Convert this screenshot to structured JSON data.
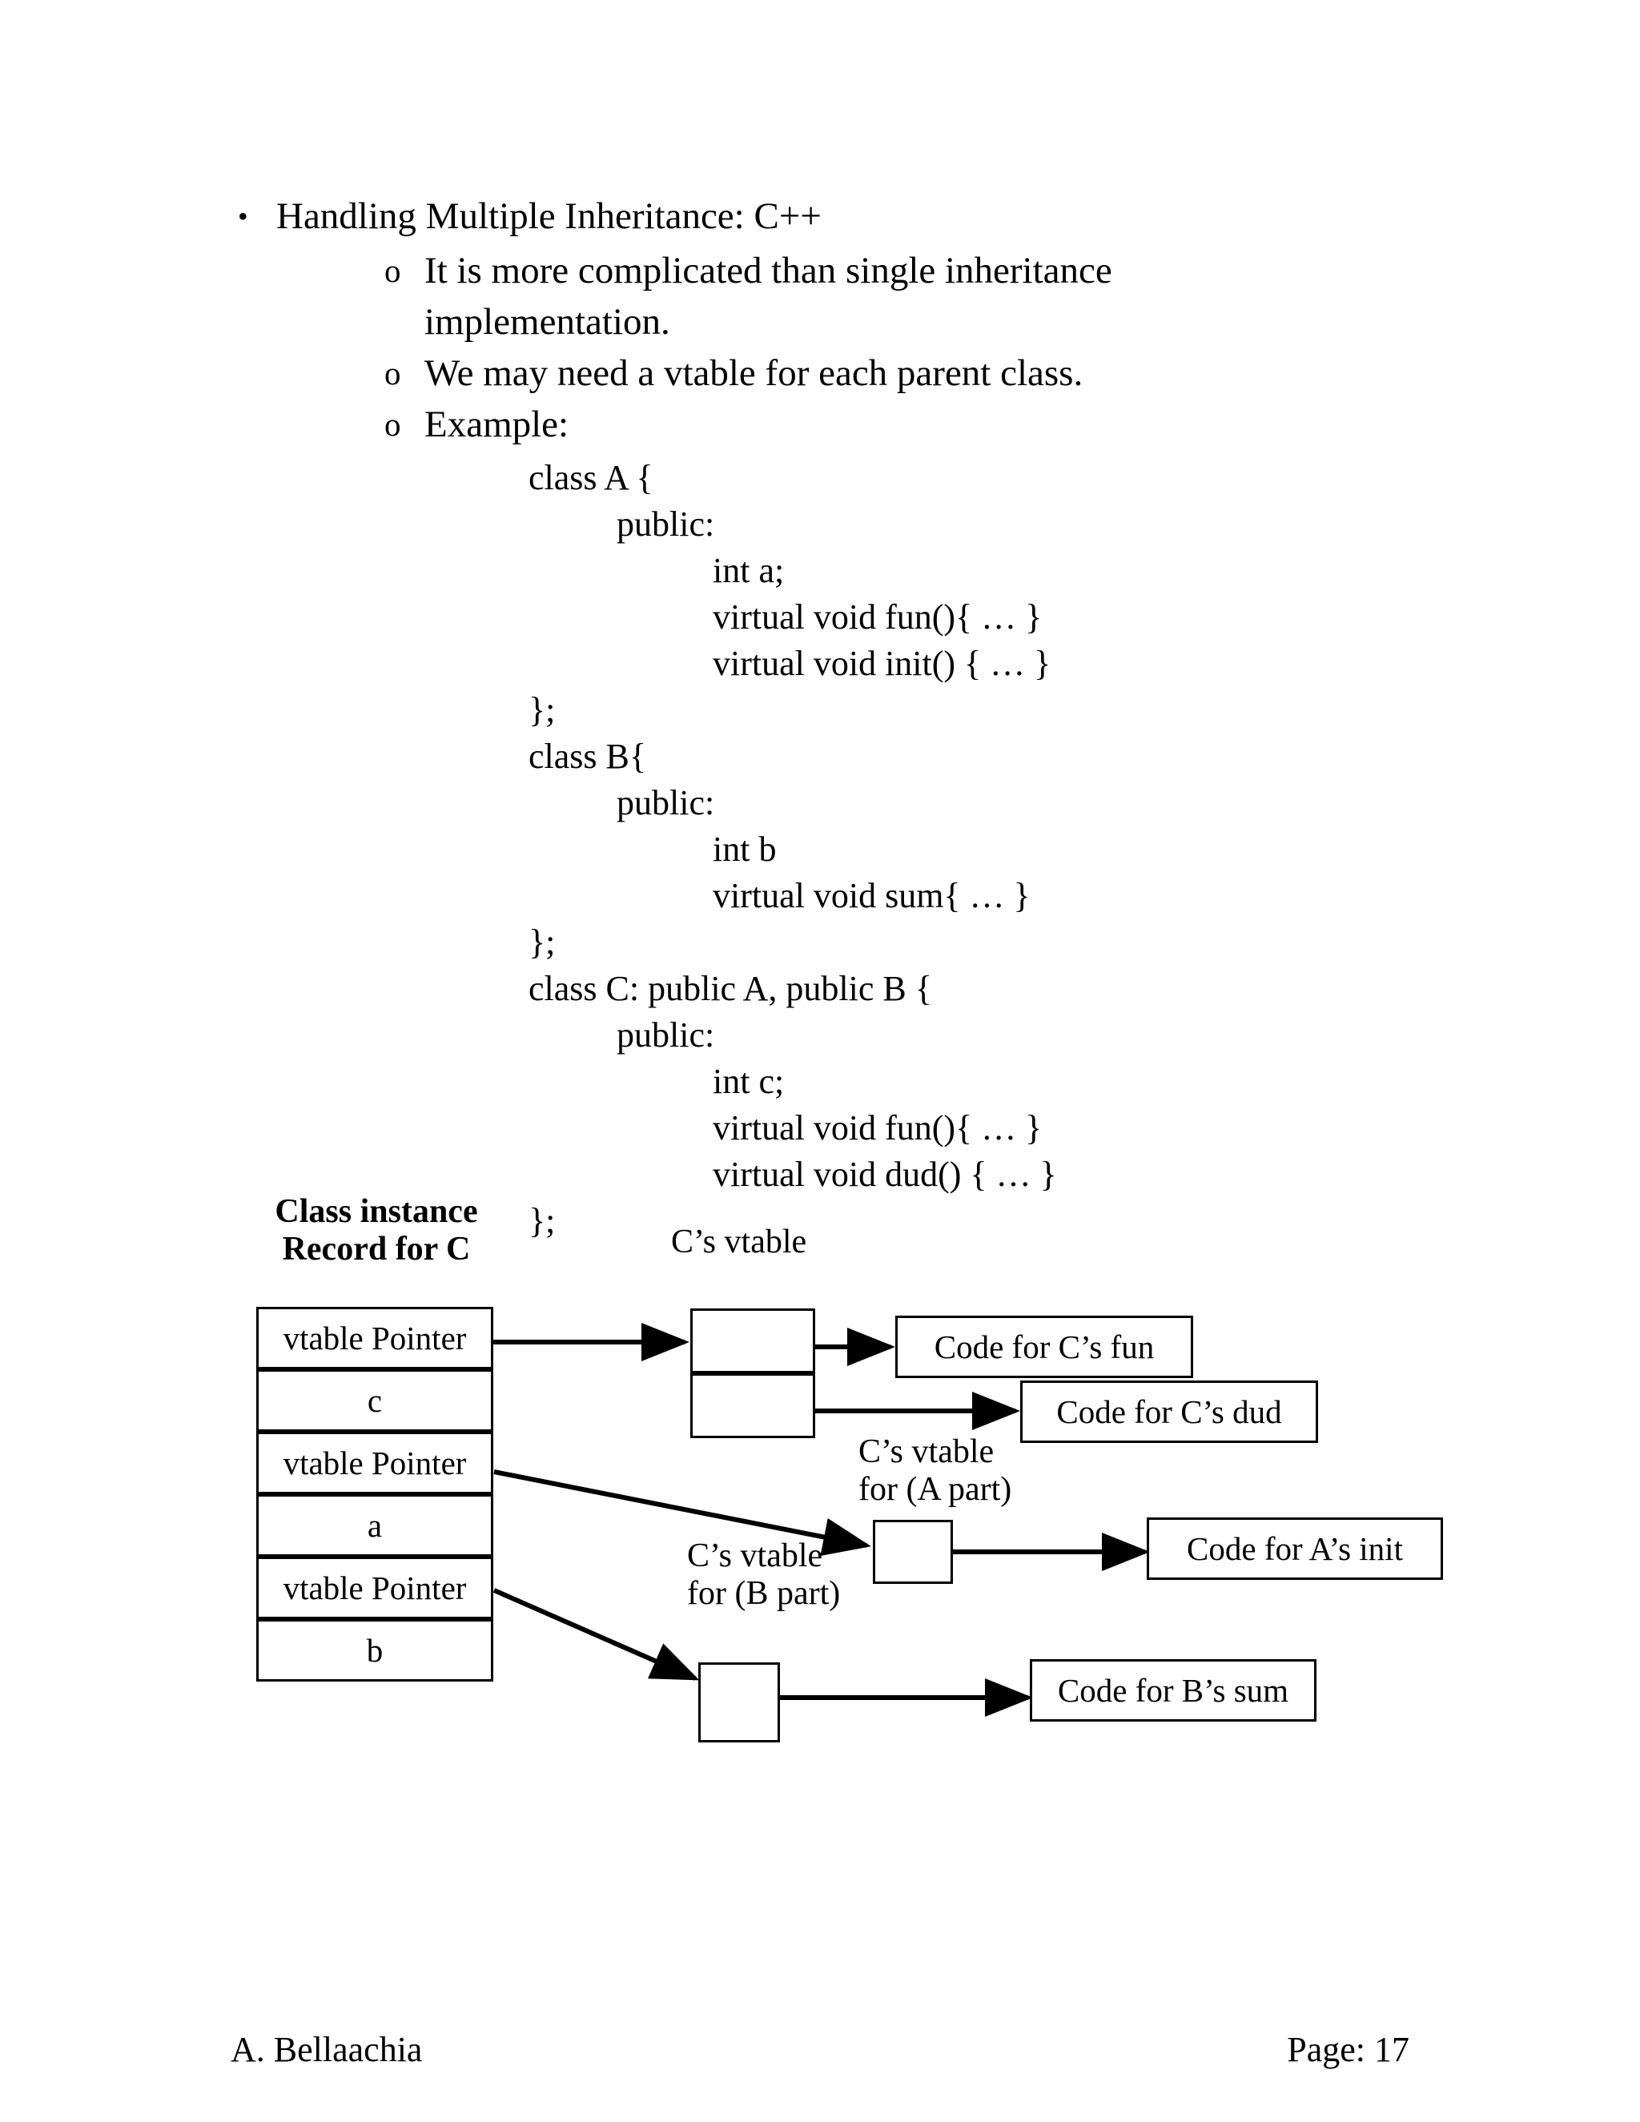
{
  "document": {
    "title": "Handling Multiple Inheritance: C++"
  },
  "outline": {
    "bullet_disc": "•",
    "bullet_circle": "o",
    "level1": "Handling Multiple Inheritance: C++",
    "level2": [
      "It is more complicated than single inheritance implementation.",
      "We may need a vtable for each parent class.",
      "Example:"
    ]
  },
  "code": {
    "lines": [
      {
        "indent": 0,
        "text": "class A {"
      },
      {
        "indent": 1,
        "text": "public:"
      },
      {
        "indent": 2,
        "text": "int a;"
      },
      {
        "indent": 2,
        "text": "virtual void fun(){ … }"
      },
      {
        "indent": 2,
        "text": "virtual void init() { … }"
      },
      {
        "indent": 0,
        "text": "};"
      },
      {
        "indent": 0,
        "text": "class B{"
      },
      {
        "indent": 1,
        "text": "public:"
      },
      {
        "indent": 2,
        "text": "int b"
      },
      {
        "indent": 2,
        "text": "virtual void sum{ … }"
      },
      {
        "indent": 0,
        "text": "};"
      },
      {
        "indent": 0,
        "text": "class C: public A, public B {"
      },
      {
        "indent": 1,
        "text": "public:"
      },
      {
        "indent": 2,
        "text": "int c;"
      },
      {
        "indent": 2,
        "text": "virtual void fun(){ … }"
      },
      {
        "indent": 2,
        "text": "virtual void dud() { … }"
      },
      {
        "indent": 0,
        "text": "};"
      }
    ]
  },
  "diagram": {
    "record_title_line1": "Class instance",
    "record_title_line2": "Record for C",
    "record_rows": [
      "vtable Pointer",
      "c",
      "vtable Pointer",
      "a",
      "vtable Pointer",
      "b"
    ],
    "vtable_c_label": "C’s vtable",
    "vtable_a_label_line1": "C’s vtable",
    "vtable_a_label_line2": "for (A part)",
    "vtable_b_label_line1": "C’s vtable",
    "vtable_b_label_line2": "for (B part)",
    "code_boxes": [
      "Code for C’s fun",
      "Code for C’s dud",
      "Code for A’s init",
      "Code for B’s sum"
    ]
  },
  "footer": {
    "author": "A. Bellaachia",
    "page": "Page: 17"
  }
}
